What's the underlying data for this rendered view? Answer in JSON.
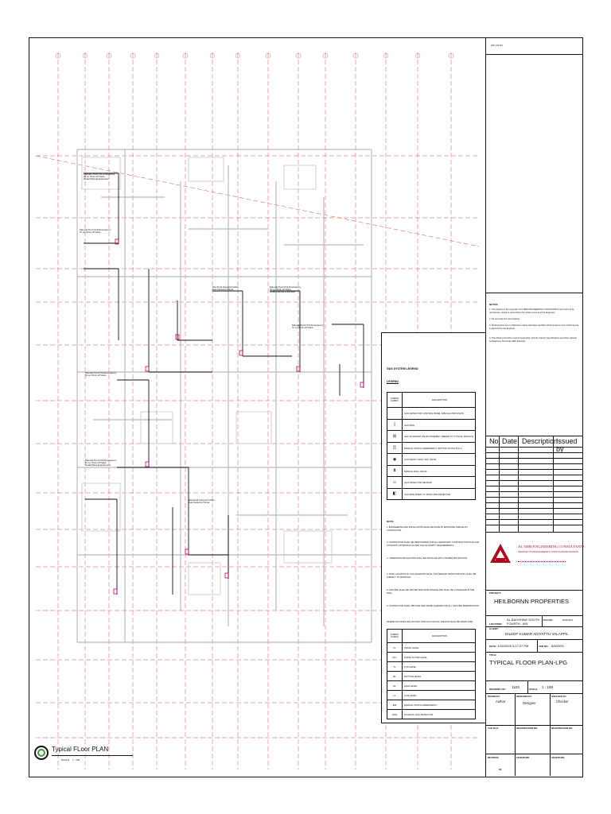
{
  "plan": {
    "title": "Typical FLoor PLAN",
    "scale_label": "SCALE",
    "scale_value": "1 : 100",
    "callouts": [
      "Manual Push Pull Emergency\nTo Lp Shut off Valve\nDetail Manual Extension",
      "Manual Push Pull Emergency\nTo Lp Shut off Valve",
      "Electrical Solenoid Valve\nGas Detector Panel"
    ]
  },
  "legend": {
    "title": "GAS SYSTEM LEGEND",
    "subtitle": "LEGEND",
    "sym_header": "SYMBOL NAMES",
    "desc_header": "DESCRIPTION",
    "rows": [
      {
        "sym": "",
        "desc": "GAS DETECTOR CONTROL PANEL SPECIAL PROVISION"
      },
      {
        "sym": "▯",
        "desc": "GAS PIPE"
      },
      {
        "sym": "⊞",
        "desc": "GAS SOLENOID VALVE ASSEMBLY (REFER TO TYPICAL DETAILS)"
      },
      {
        "sym": "◫",
        "desc": "MANUAL SWITCH EMERGENCY BUTTON (PUSH PULL)"
      },
      {
        "sym": "◉",
        "desc": "AUTOMATIC SHUT OFF VALVE"
      },
      {
        "sym": "⧗",
        "desc": "MANUAL BALL VALVE"
      },
      {
        "sym": "▭",
        "desc": "GAS DETECTOR SENSOR"
      },
      {
        "sym": "◧",
        "desc": "GAS PIPE RISER TO ROOF AND DETECTOR"
      }
    ],
    "notes_title": "NOTE:",
    "notes": [
      "1. ENGINEERING AND INSTALLATION SHALL BE DONE BY APPROVED SPECIALIST CONTRACTOR.",
      "2. CONTRACTOR SHALL BE RESPONSIBLE FOR ALL NECESSARY CONSTRUCTION PLAN AND AUTHORITY APPROVALS AS PER THE AUTHORITY REQUIREMENTS.",
      "3. UNDERGROUND GAS PIPE SHALL BE INSTALLED WITH PROPER PROTECTION.",
      "4. FINAL LOCATION OF GAS SOLENOID VALVE, GAS SENSOR, DETECTORS ETC SHALL BE SUBJECT TO APPROVAL.",
      "5. GAS PIPE SHALL BE PROTECTED FROM DAMAGE AND SHALL BE CONCEALED IN THE WALL.",
      "6. CONTRACTOR SHALL PROVIDE FIRE RATED SLEEVES FOR ALL GAS PIPE PENETRATIONS.",
      "WHERE GAS PIPES ARE ROUTED THROUGH CEILING THE RUN SHALL BE VENTILATED."
    ],
    "table2_rows": [
      {
        "sym": "FL",
        "desc": "FINISH LEVEL"
      },
      {
        "sym": "FFL",
        "desc": "FINISH FLOOR LEVEL"
      },
      {
        "sym": "TL",
        "desc": "TOP LEVEL"
      },
      {
        "sym": "BL",
        "desc": "BOTTOM LEVEL"
      },
      {
        "sym": "HL",
        "desc": "HIGH LEVEL"
      },
      {
        "sym": "LL",
        "desc": "LOW LEVEL"
      },
      {
        "sym": "EM",
        "desc": "MANUAL SWITCH EMERGENCY"
      },
      {
        "sym": "GDS",
        "desc": "ETHANOL GAS DETECTOR"
      }
    ]
  },
  "titleblock": {
    "key_plan": "KEY PLAN",
    "notes_title": "NOTES:",
    "notes": [
      "1. This drawing is the copyright of AL ABRI ENGINEERING CONSULTANTS and must not be reproduced, copied or used without the written consent of the Engineers.",
      "2. Do not scale from this drawing.",
      "3. All dimensions are in millimeters unless otherwise specified. All dimensions to be verified at site & approved by the Engineer.",
      "4. This drawing should be read in conjunction with the relevant Specifications and other relevant Architectural, Structural, MEP drawings."
    ],
    "rev_headers": [
      "No.",
      "Date",
      "Description",
      "Issued by"
    ],
    "company": "AL ABRI ENGINEERING CONSULTANTS",
    "company_sub": "ARCHITECTS AND ENGINEERS & TOWN PLANNING DIVISION",
    "project_label": "PROJECT:",
    "project": "HEILBORNN PROPERTIES",
    "location_label": "LOCATION:",
    "location": "AL BAGSHAW SOUTH\nFOURTH - 681",
    "plot_label": "Plot NO:",
    "plot": "6021WD1",
    "client_label": "CLIENT:",
    "client": "DILEEP KUMAR ADIYATTU VALAPPIL",
    "date_label": "DATE:",
    "date": "1/16/2025 3:17:27 PM",
    "job_label": "JOB NO:",
    "job": "6/6/2025",
    "title_label": "TITLE:",
    "title": "TYPICAL FLOOR PLAN-LPG",
    "drawing_label": "DRAWING NO:",
    "drawing": "1103",
    "scale_label": "SCALE:",
    "scale": "1 : 100",
    "drawn_label": "DRAWN BY:",
    "drawn": "Author",
    "designed_label": "DESIGNED BY:",
    "designed": "Designer",
    "checked_label": "CHECKED BY:",
    "checked": "Checker",
    "cad_label": "CAD FILE:",
    "reg1_label": "REGISTRATION NO:",
    "reg2_label": "REGISTRATION NO:",
    "revision_label": "REVISION:",
    "revision": "00",
    "sig1_label": "SIGNATURE:",
    "sig2_label": "SIGNATURE:"
  }
}
